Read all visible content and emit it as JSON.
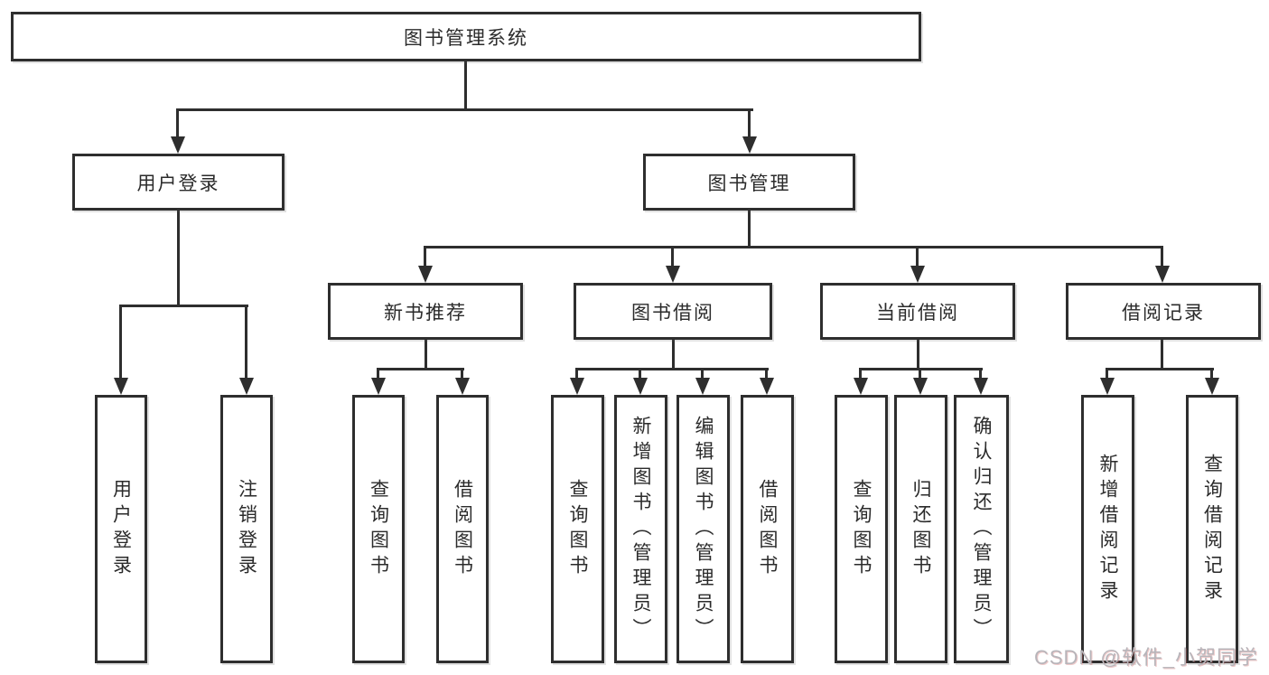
{
  "diagram": {
    "root": {
      "label": "图书管理系统"
    },
    "level2": [
      {
        "id": "user-login",
        "label": "用户登录"
      },
      {
        "id": "book-management",
        "label": "图书管理"
      }
    ],
    "level3": [
      {
        "id": "new-book-recommend",
        "label": "新书推荐",
        "parent": "图书管理"
      },
      {
        "id": "book-borrow",
        "label": "图书借阅",
        "parent": "图书管理"
      },
      {
        "id": "current-borrow",
        "label": "当前借阅",
        "parent": "图书管理"
      },
      {
        "id": "borrow-records",
        "label": "借阅记录",
        "parent": "图书管理"
      }
    ],
    "leaves": [
      {
        "parent": "用户登录",
        "label": "用户登录"
      },
      {
        "parent": "用户登录",
        "label": "注销登录"
      },
      {
        "parent": "新书推荐",
        "label": "查询图书"
      },
      {
        "parent": "新书推荐",
        "label": "借阅图书"
      },
      {
        "parent": "图书借阅",
        "label": "查询图书"
      },
      {
        "parent": "图书借阅",
        "label": "新增图书（管理员）"
      },
      {
        "parent": "图书借阅",
        "label": "编辑图书（管理员）"
      },
      {
        "parent": "图书借阅",
        "label": "借阅图书"
      },
      {
        "parent": "当前借阅",
        "label": "查询图书"
      },
      {
        "parent": "当前借阅",
        "label": "归还图书"
      },
      {
        "parent": "当前借阅",
        "label": "确认归还（管理员）"
      },
      {
        "parent": "借阅记录",
        "label": "新增借阅记录"
      },
      {
        "parent": "借阅记录",
        "label": "查询借阅记录"
      }
    ]
  },
  "watermark": {
    "text": "CSDN @软件_小贺同学"
  },
  "colors": {
    "line": "#2e2e2e",
    "text": "#2b2b2b",
    "watermark": "#b7b5ba",
    "background": "#ffffff"
  }
}
